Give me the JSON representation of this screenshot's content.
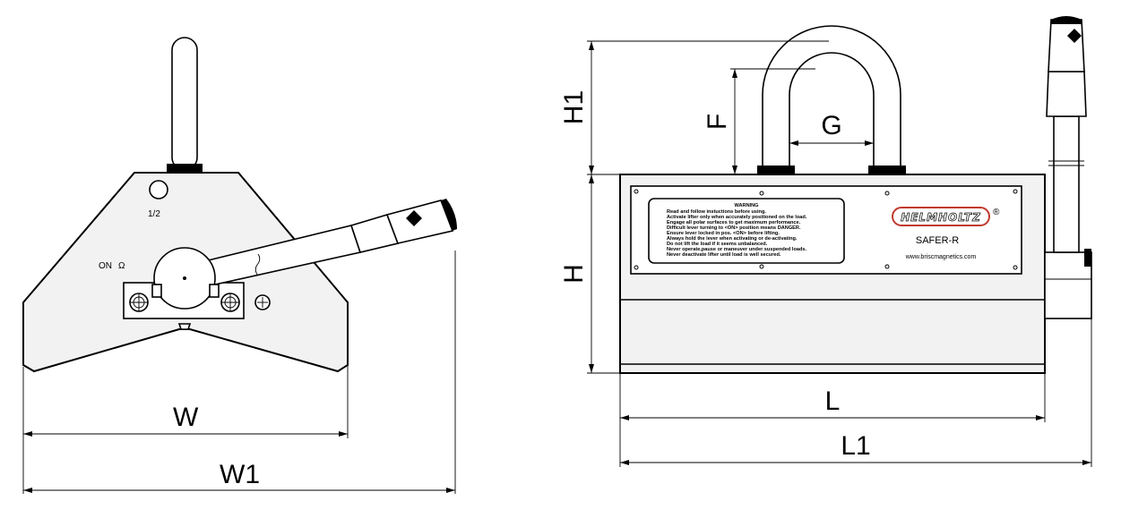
{
  "front_view": {
    "label_half": "1/2",
    "label_on": "ON",
    "dim_w": "W",
    "dim_w1": "W1"
  },
  "side_view": {
    "dim_h1": "H1",
    "dim_f": "F",
    "dim_g": "G",
    "dim_h": "H",
    "dim_l": "L",
    "dim_l1": "L1",
    "warning_title": "WARNING",
    "warning_lines": [
      "Read and follow instuctions before using.",
      "Activate lifter only when accurately positioned on the load.",
      "Engage all polar surfaces to get maximum performance.",
      "Difficult lever turning to <ON> position means DANGER.",
      "Ensure lever locked in pos. <ON> before lifting.",
      "Always hold the lever when activating or de-activating.",
      "Do not lift the load if it seems unbalanced.",
      "Never operate,pause or maneuver under suspended loads.",
      "Never deactivate lifter until load is well secured."
    ],
    "brand": "HELMHOLTZ",
    "registered": "®",
    "model": "SAFER-R",
    "url": "www.briscmagnetics.com"
  }
}
